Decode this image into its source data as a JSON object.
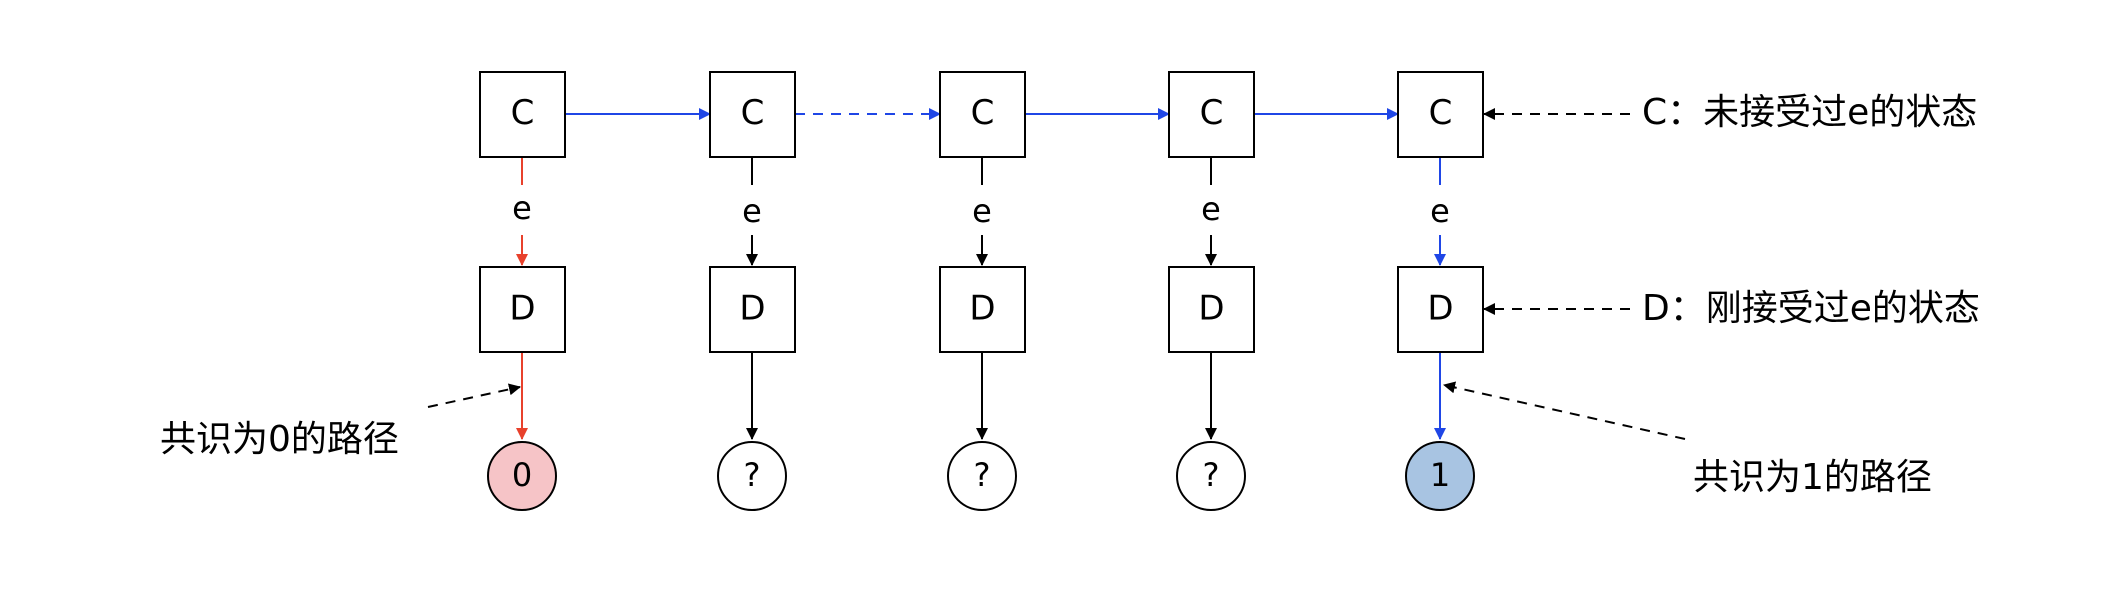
{
  "nodes": {
    "state_c": "C",
    "state_d": "D",
    "transition": "e"
  },
  "outcomes": {
    "zero": "0",
    "unknown": "?",
    "one": "1"
  },
  "annotations": {
    "c_state": "C：未接受过e的状态",
    "d_state": "D：刚接受过e的状态",
    "path_zero": "共识为0的路径",
    "path_one": "共识为1的路径"
  },
  "colors": {
    "red_path": "#e8412c",
    "blue_path": "#1f46e6",
    "black_path": "#000000",
    "zero_fill": "#f6c4c7",
    "one_fill": "#a8c4e2"
  }
}
